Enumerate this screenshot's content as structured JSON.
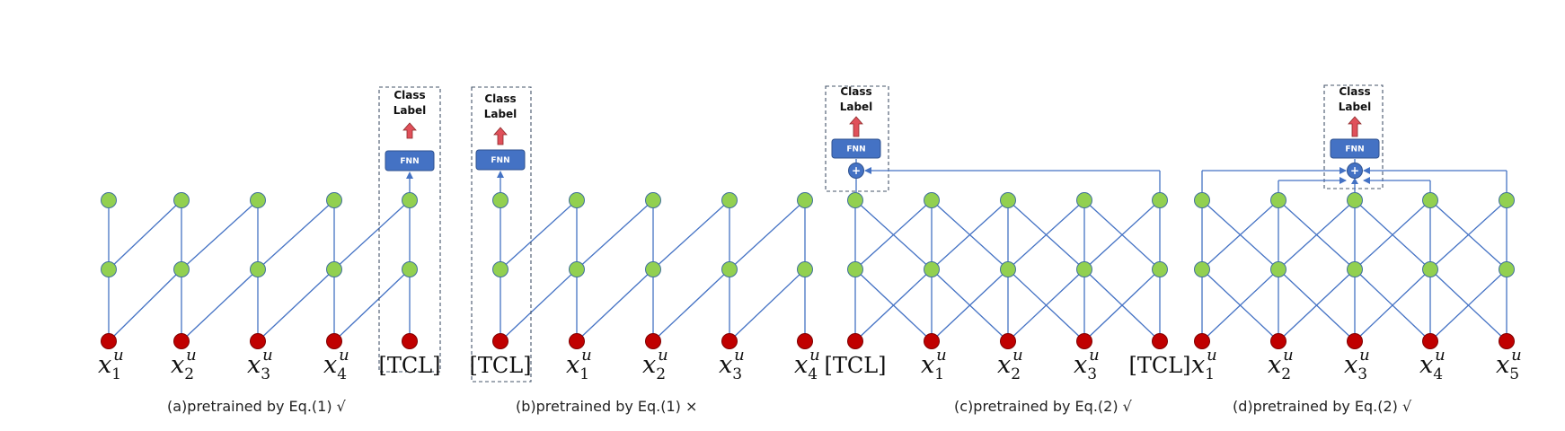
{
  "panels": [
    {
      "caption": "(a)pretrained by Eq.(1) √",
      "tokens": [
        "x1u",
        "x2u",
        "x3u",
        "x4u",
        "[TCL]"
      ],
      "head": {
        "class_label": "Class\nLabel",
        "fnn": "FNN"
      }
    },
    {
      "caption": "(b)pretrained by Eq.(1)  ×",
      "tokens": [
        "[TCL]",
        "x1u",
        "x2u",
        "x3u",
        "x4u"
      ],
      "head": {
        "class_label": "Class\nLabel",
        "fnn": "FNN"
      }
    },
    {
      "caption": "(c)pretrained by Eq.(2) √",
      "tokens": [
        "[TCL]",
        "x1u",
        "x2u",
        "x3u",
        "[TCL]"
      ],
      "head": {
        "class_label": "Class\nLabel",
        "fnn": "FNN",
        "combine": "+"
      }
    },
    {
      "caption": "(d)pretrained by Eq.(2) √",
      "tokens": [
        "x1u",
        "x2u",
        "x3u",
        "x4u",
        "x5u"
      ],
      "head": {
        "class_label": "Class\nLabel",
        "fnn": "FNN",
        "combine": "+"
      }
    }
  ],
  "colors": {
    "edge": "#4472c4",
    "hidden_node": "#92d050",
    "input_node": "#c00000",
    "fnn_fill": "#4472c4",
    "arrow_up": "#e0505a",
    "dashed_box": "#44546a"
  }
}
